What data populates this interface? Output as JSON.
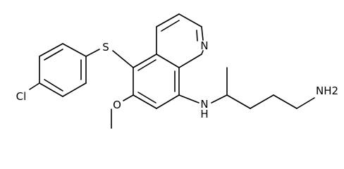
{
  "molecule": {
    "atoms": {
      "sulfur": "S",
      "chlorine": "Cl",
      "quinoline_nitrogen": "N",
      "methoxy_oxygen": "O",
      "amine_n_label": "N",
      "amine_h_label": "H",
      "terminal_amine": "NH2"
    }
  },
  "colors": {
    "bond": "#000000",
    "text": "#000000",
    "background": "#ffffff"
  }
}
